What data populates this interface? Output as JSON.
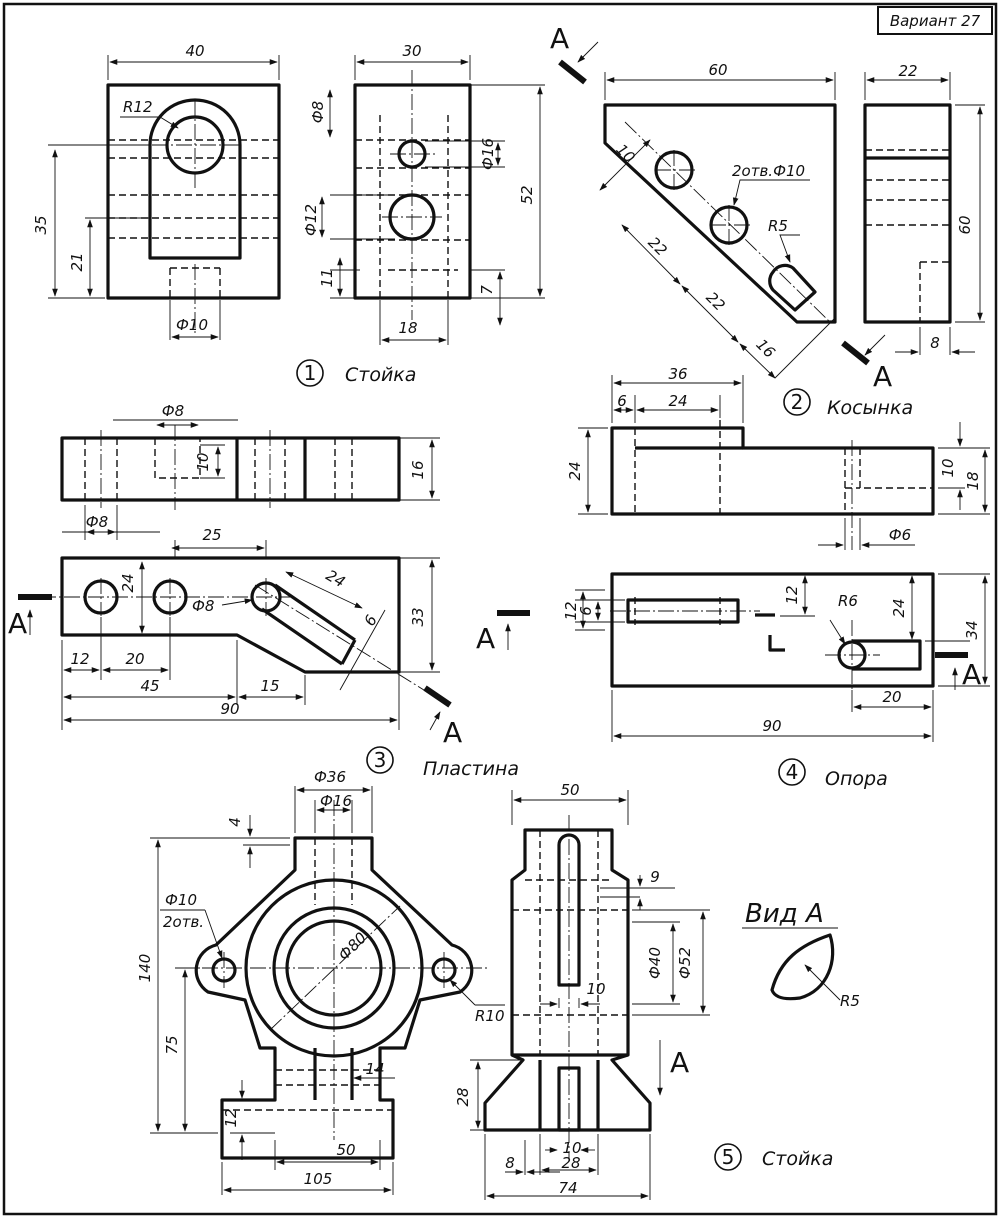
{
  "variant": "Вариант 27",
  "parts": [
    {
      "number": "1",
      "name": "Стойка"
    },
    {
      "number": "2",
      "name": "Косынка"
    },
    {
      "number": "3",
      "name": "Пластина"
    },
    {
      "number": "4",
      "name": "Опора"
    },
    {
      "number": "5",
      "name": "Стойка"
    }
  ],
  "section_letter": "A",
  "view_label": "Вид А",
  "dims": {
    "p1": [
      "40",
      "R12",
      "35",
      "21",
      "Ф10",
      "30",
      "Ф8",
      "Ф16",
      "Ф12",
      "52",
      "11",
      "7",
      "18"
    ],
    "p2": [
      "60",
      "22",
      "10",
      "2отв.Ф10",
      "R5",
      "22",
      "22",
      "16",
      "60",
      "8"
    ],
    "p3": [
      "Ф8",
      "10",
      "16",
      "Ф8",
      "25",
      "24",
      "24",
      "Ф8",
      "6",
      "33",
      "12",
      "20",
      "45",
      "15",
      "90"
    ],
    "p4": [
      "36",
      "6",
      "24",
      "24",
      "10",
      "18",
      "Ф6",
      "12",
      "6",
      "12",
      "R6",
      "24",
      "34",
      "20",
      "90"
    ],
    "p5": [
      "Ф36",
      "Ф16",
      "4",
      "Ф10",
      "2отв.",
      "Ф80",
      "140",
      "75",
      "R10",
      "14",
      "12",
      "50",
      "105",
      "50",
      "9",
      "Ф40",
      "Ф52",
      "10",
      "28",
      "10",
      "8",
      "28",
      "74"
    ],
    "viewA": [
      "R5"
    ]
  }
}
